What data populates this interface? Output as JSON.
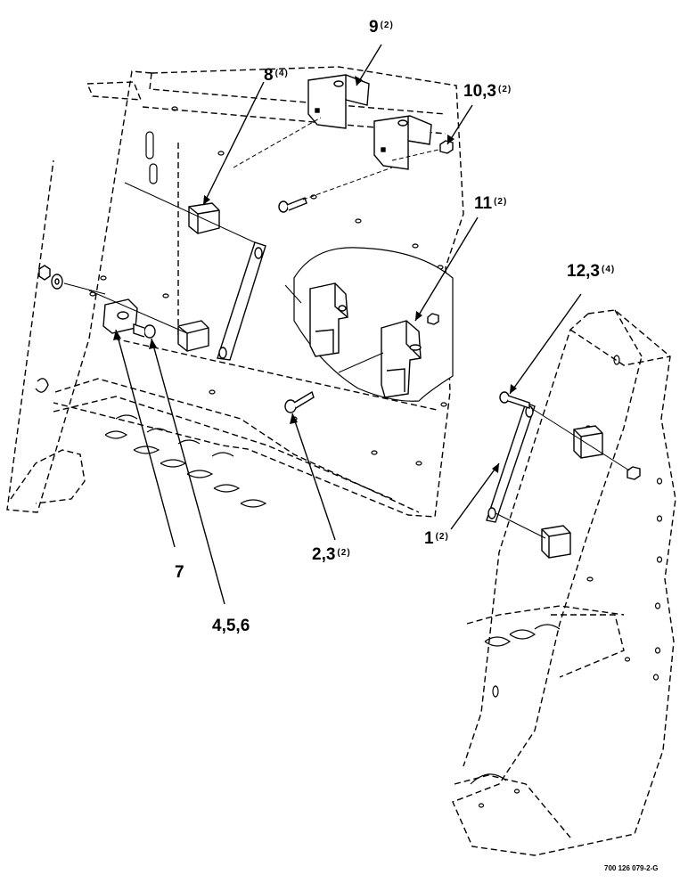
{
  "callouts": [
    {
      "id": "c9",
      "number": "9",
      "qty": "(2)"
    },
    {
      "id": "c8",
      "number": "8",
      "qty": "(4)"
    },
    {
      "id": "c10",
      "number": "10,3",
      "qty": "(2)"
    },
    {
      "id": "c11",
      "number": "11",
      "qty": "(2)"
    },
    {
      "id": "c12",
      "number": "12,3",
      "qty": "(4)"
    },
    {
      "id": "c1",
      "number": "1",
      "qty": "(2)"
    },
    {
      "id": "c23",
      "number": "2,3",
      "qty": "(2)"
    },
    {
      "id": "c7",
      "number": "7",
      "qty": ""
    },
    {
      "id": "c456",
      "number": "4,5,6",
      "qty": ""
    }
  ],
  "drawing_id": "700 126 079-2-G"
}
